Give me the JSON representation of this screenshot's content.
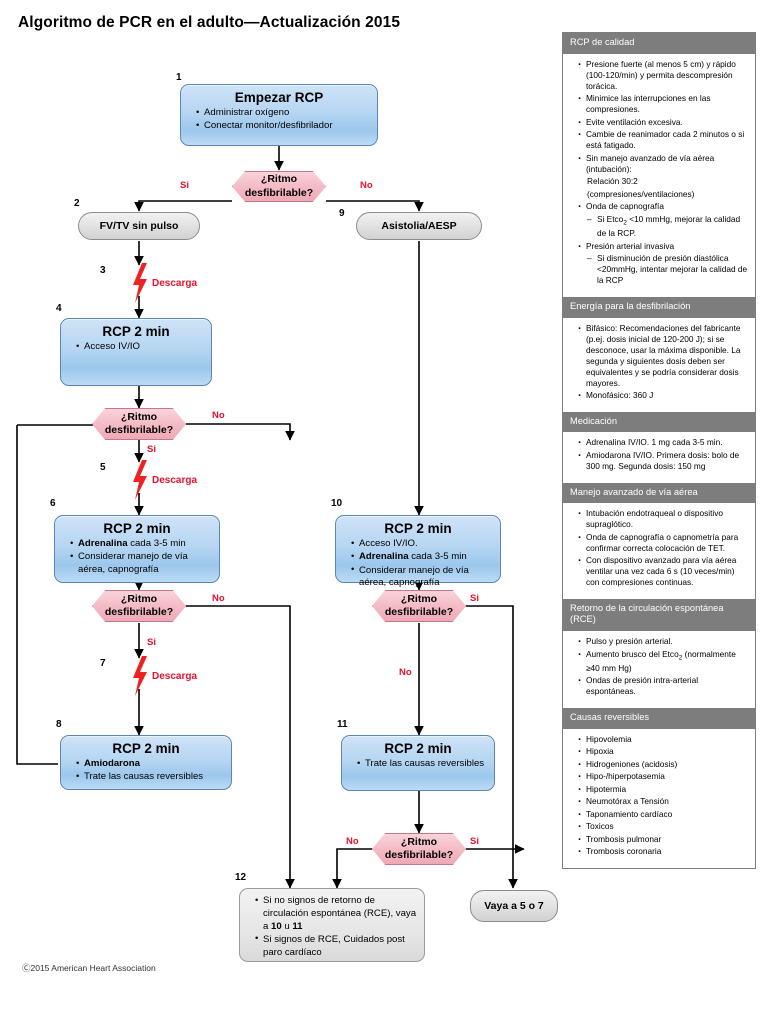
{
  "page_title": "Algoritmo de PCR en el adulto—Actualización 2015",
  "copyright": "Ⓒ2015 American Heart Association",
  "labels": {
    "si": "Si",
    "no": "No",
    "descarga": "Descarga"
  },
  "colors": {
    "accent_red": "#e8112d",
    "blue_box": "#b6d6f2",
    "pink_hex": "#f4bcc6",
    "grey_header": "#7d7d7d"
  },
  "flow": {
    "n1": {
      "num": "1",
      "title": "Empezar RCP",
      "bullets": [
        "Administrar oxígeno",
        "Conectar monitor/desfibrilador"
      ]
    },
    "d1": {
      "text_l1": "¿Ritmo",
      "text_l2": "desfibrilable?"
    },
    "n2": {
      "num": "2",
      "label": "FV/TV sin pulso"
    },
    "n9": {
      "num": "9",
      "label": "Asistolia/AESP"
    },
    "s3": {
      "num": "3",
      "label": "Descarga"
    },
    "n4": {
      "num": "4",
      "title": "RCP 2 min",
      "bullets": [
        "Acceso IV/IO"
      ]
    },
    "d2": {
      "text_l1": "¿Ritmo",
      "text_l2": "desfibrilable?"
    },
    "s5": {
      "num": "5",
      "label": "Descarga"
    },
    "n6": {
      "num": "6",
      "title": "RCP 2 min",
      "bullets_html": [
        "<b>Adrenalina</b> cada 3-5 min",
        "Considerar manejo de vía aérea, capnografía"
      ]
    },
    "d3": {
      "text_l1": "¿Ritmo",
      "text_l2": "desfibrilable?"
    },
    "s7": {
      "num": "7",
      "label": "Descarga"
    },
    "n8": {
      "num": "8",
      "title": "RCP 2 min",
      "bullets_html": [
        "<b>Amiodarona</b>",
        "Trate las causas reversibles"
      ]
    },
    "n10": {
      "num": "10",
      "title": "RCP 2 min",
      "bullets_html": [
        "Acceso IV/IO.",
        "<b>Adrenalina</b> cada 3-5 min",
        "Considerar manejo de vía aérea, capnografía"
      ]
    },
    "d4": {
      "text_l1": "¿Ritmo",
      "text_l2": "desfibrilable?"
    },
    "n11": {
      "num": "11",
      "title": "RCP 2 min",
      "bullets_html": [
        "Trate las causas reversibles"
      ]
    },
    "d5": {
      "text_l1": "¿Ritmo",
      "text_l2": "desfibrilable?"
    },
    "n12": {
      "num": "12",
      "bullets_html": [
        "Si no signos de retorno de circulación espontánea (RCE), vaya a <b>10</b> u <b>11</b>",
        "Si signos de RCE, Cuidados post paro cardíaco"
      ]
    },
    "n13": {
      "label": "Vaya a 5 o 7"
    }
  },
  "panel": {
    "sections": [
      {
        "title": "RCP de calidad",
        "items": [
          {
            "type": "bullet",
            "html": "Presione fuerte (al menos 5 cm) y rápido (100-120/min) y permita descompresión torácica."
          },
          {
            "type": "bullet",
            "html": "Minimice las interrupciones en las compresiones."
          },
          {
            "type": "bullet",
            "html": "Evite ventilación excesiva."
          },
          {
            "type": "bullet",
            "html": "Cambie de reanimador cada 2 minutos o si está fatigado."
          },
          {
            "type": "bullet",
            "html": "Sin manejo avanzado de vía aérea (intubación):"
          },
          {
            "type": "plain",
            "html": "Relación 30:2"
          },
          {
            "type": "plain",
            "html": "(compresiones/ventilaciones)"
          },
          {
            "type": "bullet",
            "html": "Onda de capnografía"
          },
          {
            "type": "dash",
            "html": "Si Etco<sub>2</sub> &lt;10 mmHg, mejorar la calidad de la RCP."
          },
          {
            "type": "bullet",
            "html": "Presión arterial invasiva"
          },
          {
            "type": "dash",
            "html": "Si disminución de presión diastólica &lt;20mmHg, intentar mejorar la calidad de la RCP"
          }
        ]
      },
      {
        "title": "Energía para la desfibrilación",
        "items": [
          {
            "type": "bullet",
            "html": "Bifásico: Recomendaciones del fabricante (p.ej. dosis inicial de 120-200 J); si se desconoce, usar la máxima disponible. La segunda y siguientes dosis deben ser equivalentes y se podría considerar dosis mayores."
          },
          {
            "type": "bullet",
            "html": "Monofásico: 360 J"
          }
        ]
      },
      {
        "title": "Medicación",
        "items": [
          {
            "type": "bullet",
            "html": "Adrenalina IV/IO. 1 mg cada 3-5 min."
          },
          {
            "type": "bullet",
            "html": "Amiodarona IV/IO. Primera dosis: bolo de 300 mg. Segunda dosis: 150 mg"
          }
        ]
      },
      {
        "title": "Manejo avanzado de vía aérea",
        "items": [
          {
            "type": "bullet",
            "html": "Intubación endotraqueal o dispositivo supraglótico."
          },
          {
            "type": "bullet",
            "html": "Onda de capnografía o capnometría para confirmar correcta colocación de TET."
          },
          {
            "type": "bullet",
            "html": "Con dispositivo avanzado para vía aérea ventilar una vez cada 6 s (10 veces/min) con compresiones continuas."
          }
        ]
      },
      {
        "title": "Retorno de la circulación espontánea (RCE)",
        "items": [
          {
            "type": "bullet",
            "html": "Pulso y presión arterial."
          },
          {
            "type": "bullet",
            "html": "Aumento brusco del Etco<sub>2</sub> (normalmente ≥40 mm Hg)"
          },
          {
            "type": "bullet",
            "html": "Ondas de presión intra-arterial espontáneas."
          }
        ]
      },
      {
        "title": "Causas reversibles",
        "items": [
          {
            "type": "bullet",
            "html": "Hipovolemia"
          },
          {
            "type": "bullet",
            "html": "Hipoxia"
          },
          {
            "type": "bullet",
            "html": "Hidrogeniones (acidosis)"
          },
          {
            "type": "bullet",
            "html": "Hipo-/hiperpotasemia"
          },
          {
            "type": "bullet",
            "html": "Hipotermia"
          },
          {
            "type": "bullet",
            "html": "Neumotórax a Tensión"
          },
          {
            "type": "bullet",
            "html": "Taponamiento cardíaco"
          },
          {
            "type": "bullet",
            "html": "Toxicos"
          },
          {
            "type": "bullet",
            "html": "Trombosis pulmonar"
          },
          {
            "type": "bullet",
            "html": "Trombosis coronaria"
          }
        ]
      }
    ]
  }
}
